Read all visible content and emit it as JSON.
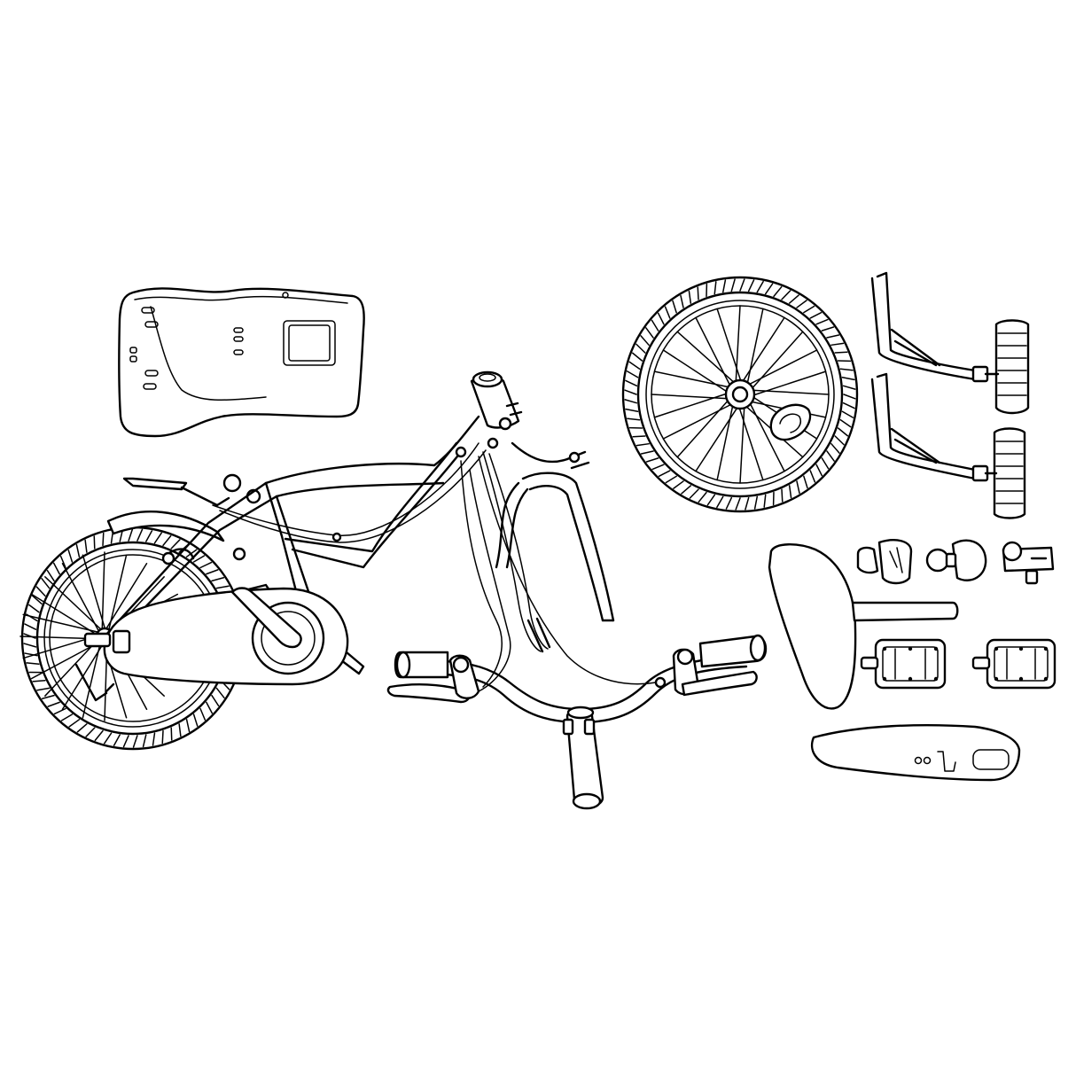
{
  "figure": {
    "description_text": "",
    "stroke_color": "#000000",
    "background_color": "#ffffff",
    "parts": [
      {
        "id": "chain-guard-cover",
        "icon": "chain-guard-icon"
      },
      {
        "id": "bike-frame-assembly",
        "icon": "bicycle-frame-icon"
      },
      {
        "id": "rear-wheel",
        "icon": "wheel-icon"
      },
      {
        "id": "front-fork",
        "icon": "fork-icon"
      },
      {
        "id": "brake-cables",
        "icon": "cable-icon"
      },
      {
        "id": "handlebar",
        "icon": "handlebar-icon"
      },
      {
        "id": "front-wheel",
        "icon": "wheel-icon"
      },
      {
        "id": "training-wheel-upper",
        "icon": "training-wheel-icon"
      },
      {
        "id": "training-wheel-lower",
        "icon": "training-wheel-icon"
      },
      {
        "id": "reflector-left",
        "icon": "reflector-icon"
      },
      {
        "id": "reflector-middle",
        "icon": "reflector-icon"
      },
      {
        "id": "bell",
        "icon": "bell-icon"
      },
      {
        "id": "saddle-with-post",
        "icon": "saddle-icon"
      },
      {
        "id": "pedal-left",
        "icon": "pedal-icon"
      },
      {
        "id": "pedal-right",
        "icon": "pedal-icon"
      },
      {
        "id": "front-fender",
        "icon": "fender-icon"
      }
    ]
  }
}
